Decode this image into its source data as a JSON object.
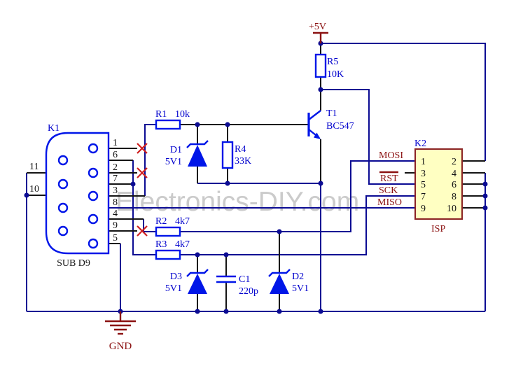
{
  "watermark": "Electronics-DIY.com",
  "power": {
    "vcc": "+5V",
    "gnd": "GND"
  },
  "k1": {
    "designator": "K1",
    "type_label": "SUB D9",
    "pins": [
      "1",
      "6",
      "2",
      "7",
      "3",
      "8",
      "4",
      "9",
      "5"
    ],
    "shell_pins": [
      "11",
      "10"
    ]
  },
  "k2": {
    "designator": "K2",
    "type_label": "ISP",
    "left_pins": [
      "1",
      "3",
      "5",
      "7",
      "9"
    ],
    "right_pins": [
      "2",
      "4",
      "6",
      "8",
      "10"
    ]
  },
  "signals": {
    "mosi": "MOSI",
    "rst": "RST",
    "sck": "SCK",
    "miso": "MISO"
  },
  "components": {
    "r1": {
      "designator": "R1",
      "value": "10k"
    },
    "r2": {
      "designator": "R2",
      "value": "4k7"
    },
    "r3": {
      "designator": "R3",
      "value": "4k7"
    },
    "r4": {
      "designator": "R4",
      "value": "33K"
    },
    "r5": {
      "designator": "R5",
      "value": "10K"
    },
    "d1": {
      "designator": "D1",
      "value": "5V1"
    },
    "d2": {
      "designator": "D2",
      "value": "5V1"
    },
    "d3": {
      "designator": "D3",
      "value": "5V1"
    },
    "c1": {
      "designator": "C1",
      "value": "220p"
    },
    "t1": {
      "designator": "T1",
      "value": "BC547"
    }
  },
  "colors": {
    "wire": "#0b0b93",
    "component": "#0016e8",
    "designator_text": "#0000cd",
    "signal_text": "#8b1111",
    "connector_fill": "#ffffc2",
    "connector_border": "#8b2323",
    "watermark": "#c6c6c6",
    "no_connect": "#cf1f1f"
  }
}
